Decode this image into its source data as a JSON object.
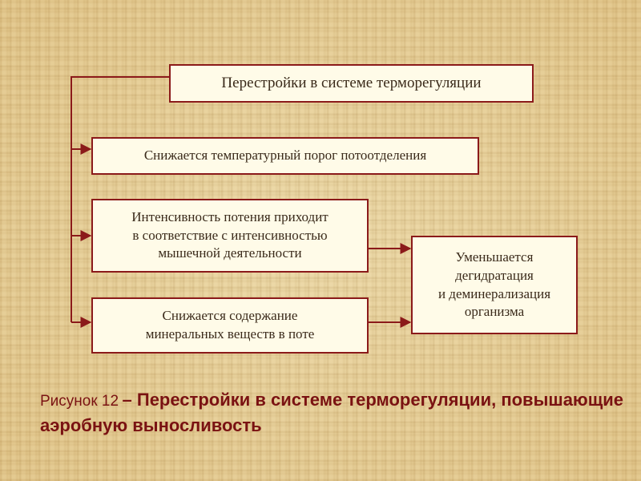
{
  "diagram": {
    "top": "Перестройки в системе терморегуляции",
    "items": [
      "Снижается температурный порог потоотделения",
      "Интенсивность потения приходит\nв соответствие с интенсивностью\nмышечной деятельности",
      "Снижается содержание\nминеральных веществ в поте"
    ],
    "result": "Уменьшается\nдегидратация\nи деминерализация\nорганизма"
  },
  "caption": {
    "label": "Рисунок 12",
    "title": "– Перестройки в системе терморегуляции, повышающие аэробную выносливость"
  },
  "colors": {
    "line": "#8b1a1a",
    "box_fill": "#fffbe8",
    "caption": "#7a1212"
  }
}
